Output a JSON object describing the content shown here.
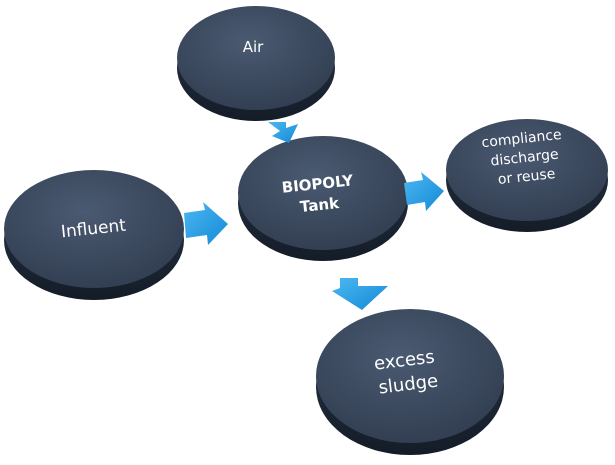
{
  "nodes": {
    "air": {
      "label": "Air"
    },
    "tank": {
      "line1": "BIOPOLY",
      "line2": "Tank"
    },
    "influent": {
      "label": "Influent"
    },
    "output": {
      "line1": "compliance",
      "line2": "discharge",
      "line3": "or reuse"
    },
    "sludge": {
      "line1": "excess",
      "line2": "sludge"
    }
  },
  "colors": {
    "disc_top": "#3c4a5f",
    "disc_side": "#1f2a3a",
    "arrow": "#1e9be6",
    "label": "#ffffff"
  }
}
